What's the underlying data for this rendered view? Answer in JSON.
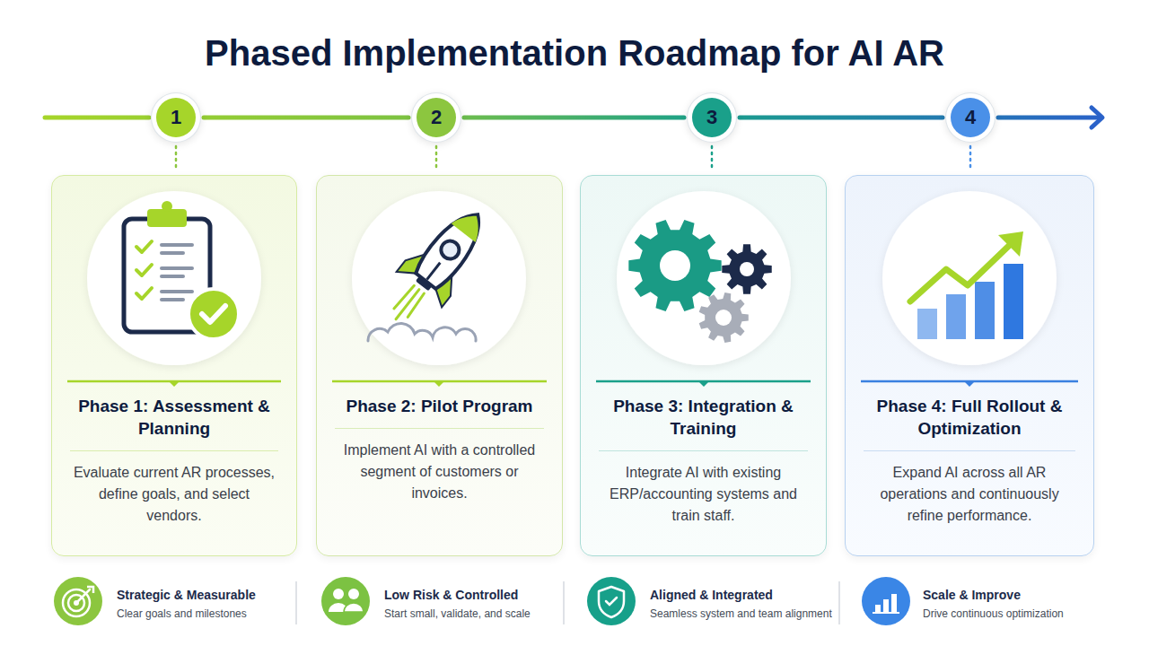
{
  "diagram": {
    "title": "Phased Implementation Roadmap for AI AR",
    "nodes": [
      {
        "text": [
          "1"
        ]
      },
      {
        "text": [
          "2"
        ]
      },
      {
        "text": [
          "3"
        ]
      },
      {
        "text": [
          "4"
        ]
      },
      {
        "text": [
          "Phase 1: Assessment & Planning",
          "Evaluate current AR processes, define goals, and select vendors."
        ]
      },
      {
        "text": [
          "Phase 2: Pilot Program",
          "Implement AI with a controlled segment of customers or invoices."
        ]
      },
      {
        "text": [
          "Phase 3: Integration & Training",
          "Integrate AI with existing ERP/accounting systems and train staff."
        ]
      },
      {
        "text": [
          "Phase 4: Full Rollout & Optimization",
          "Expand AI across all AR operations and continuously refine performance."
        ]
      }
    ],
    "edges": [
      {
        "from": 0,
        "to": 1,
        "arrow": "none"
      },
      {
        "from": 1,
        "to": 2,
        "arrow": "none"
      },
      {
        "from": 2,
        "to": 3,
        "arrow": "none"
      },
      {
        "from": 0,
        "to": 4,
        "arrow": "none"
      },
      {
        "from": 1,
        "to": 5,
        "arrow": "none"
      },
      {
        "from": 2,
        "to": 6,
        "arrow": "none"
      },
      {
        "from": 3,
        "to": 7,
        "arrow": "none"
      }
    ],
    "labels": [
      "Strategic & Measurable",
      "Clear goals and milestones",
      "Low Risk & Controlled",
      "Start small, validate, and scale",
      "Aligned & Integrated",
      "Seamless system and team alignment",
      "Scale & Improve",
      "Drive continuous optimization"
    ]
  }
}
